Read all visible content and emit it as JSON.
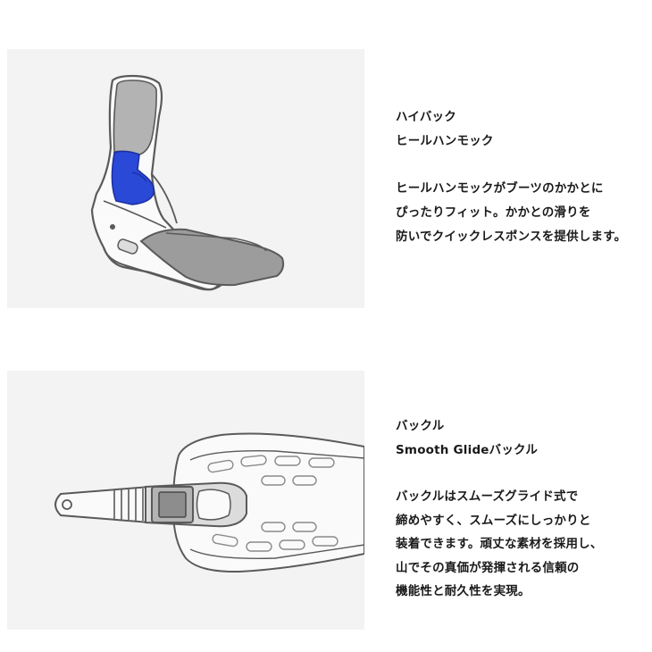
{
  "sections": [
    {
      "heading": [
        "ハイバック",
        "ヒールハンモック"
      ],
      "description": [
        "ヒールハンモックがブーツのかかとに",
        "ぴったりフィット。かかとの滑りを",
        "防いでクイックレスポンスを提供します。"
      ],
      "icon": "binding-highback-illustration",
      "highlight_color": "#2a49d6"
    },
    {
      "heading": [
        "バックル",
        "Smooth Glideバックル"
      ],
      "description": [
        "バックルはスムーズグライド式で",
        "締めやすく、スムーズにしっかりと",
        "装着できます。頑丈な素材を採用し、",
        "山でその真価が発揮される信頼の",
        "機能性と耐久性を実現。"
      ],
      "icon": "ratchet-buckle-illustration"
    }
  ],
  "colors": {
    "panel_bg": "#f3f3f3",
    "outline": "#5a5a5a",
    "gray_fill": "#9c9c9c",
    "light_fill": "#fafafa"
  }
}
